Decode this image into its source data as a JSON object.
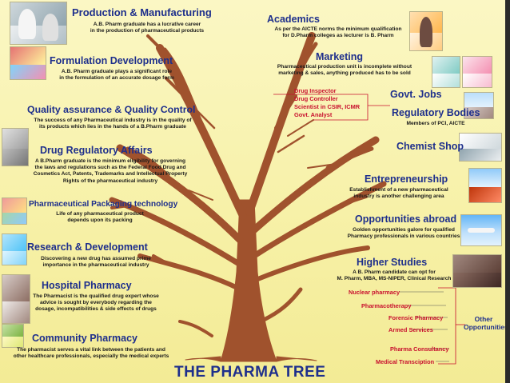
{
  "title": "THE PHARMA TREE",
  "left": [
    {
      "key": "production",
      "heading": "Production & Manufacturing",
      "desc": "A.B. Pharm graduate has a lucrative career\nin the production of pharmaceutical products"
    },
    {
      "key": "formulation",
      "heading": "Formulation Development",
      "desc": "A.B. Pharm graduate plays a significant role\nin the formulation of an accurate dosage form"
    },
    {
      "key": "quality",
      "heading": "Quality assurance & Quality Control",
      "desc": "The success of any Pharmaceutical industry is in the quality of\nits products which lies in the hands of a B.Pharm graduate"
    },
    {
      "key": "regulatory",
      "heading": "Drug Regulatory Affairs",
      "desc": "A B.Pharm graduate is the minimum eligibility for governing\nthe laws and regulations such as the Federal Food Drug and\nCosmetics Act, Patents, Trademarks and Intellectual Property\nRights of the pharmaceutical industry"
    },
    {
      "key": "packaging",
      "heading": "Pharmaceutical Packaging technology",
      "desc": "Life of any pharmaceutical product\ndepends upon its packing"
    },
    {
      "key": "research",
      "heading": "Research & Development",
      "desc": "Discovering a new drug has assumed prime\nimportance in the pharmaceutical industry"
    },
    {
      "key": "hospital",
      "heading": "Hospital Pharmacy",
      "desc": "The Pharmacist is the qualified drug expert whose\nadvice is sought by everybody regarding the\ndosage, incompatibilities & side effects of drugs"
    },
    {
      "key": "community",
      "heading": "Community Pharmacy",
      "desc": "The pharmacist serves a vital link between the patients and\nother healthcare professionals, especially the medical experts"
    }
  ],
  "right": [
    {
      "key": "academics",
      "heading": "Academics",
      "desc": "As per the AICTE norms the minimum qualification\nfor D.Pharm colleges as lecturer is B. Pharm"
    },
    {
      "key": "marketing",
      "heading": "Marketing",
      "desc": "Pharmaceutical production unit is incomplete without\nmarketing & sales, anything produced has to be sold"
    },
    {
      "key": "govt",
      "heading": "Govt. Jobs",
      "desc": ""
    },
    {
      "key": "regbodies",
      "heading": "Regulatory Bodies",
      "desc": "Members of PCI, AICTE"
    },
    {
      "key": "chemist",
      "heading": "Chemist Shop",
      "desc": ""
    },
    {
      "key": "entrepreneur",
      "heading": "Entrepreneurship",
      "desc": "Establishment of a new pharmaceutical\nindustry is another challenging area"
    },
    {
      "key": "abroad",
      "heading": "Opportunities abroad",
      "desc": "Golden opportunities galore for qualified\nPharmacy professionals in various countries"
    },
    {
      "key": "higher",
      "heading": "Higher Studies",
      "desc": "A B. Pharm candidate can opt for\nM. Pharm, MBA, MS-NIPER, Clinical Research"
    }
  ],
  "govt_jobs": [
    "Drug Inspector",
    "Drug Controller",
    "Scientist in CSIR, ICMR",
    "Govt. Analyst"
  ],
  "other_opportunities": {
    "label": "Other\nOpportunities",
    "items": [
      "Nuclear pharmacy",
      "Pharmacotherapy",
      "Forensic Pharmacy",
      "Armed Services",
      "Pharma Consultancy",
      "Medical Transciption"
    ]
  },
  "colors": {
    "heading": "#1e2f8c",
    "red": "#c8102e",
    "trunk": "#a0522d",
    "background": "#f7f1a8"
  }
}
